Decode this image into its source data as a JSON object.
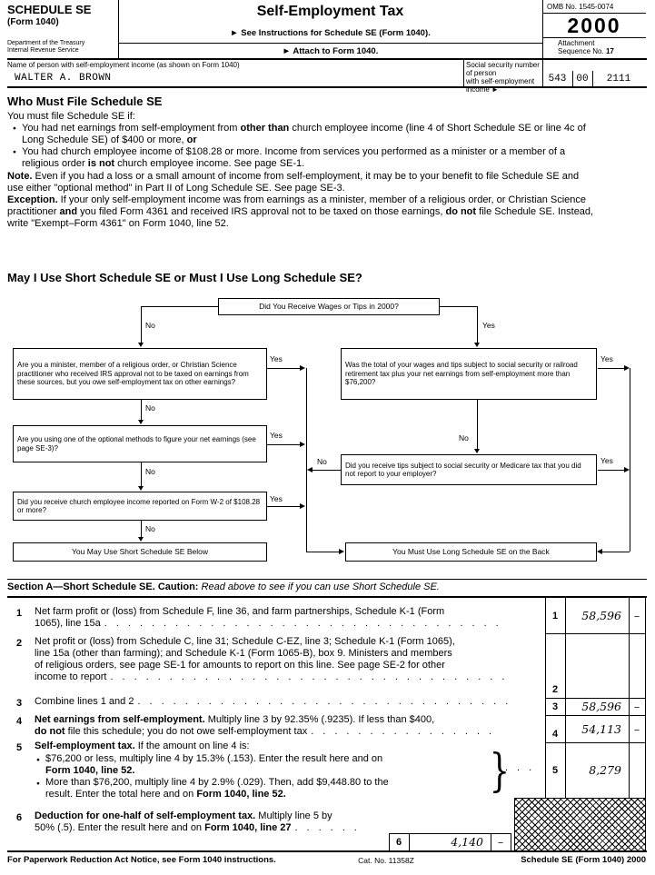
{
  "bullet_char": "●",
  "header": {
    "schedule": "SCHEDULE SE",
    "form": "(Form 1040)",
    "dept1": "Department of the Treasury",
    "dept2": "Internal Revenue Service",
    "title": "Self-Employment Tax",
    "see_instructions": "► See Instructions for Schedule SE (Form 1040).",
    "attach": "► Attach to Form 1040.",
    "omb": "OMB No. 1545-0074",
    "year": "2000",
    "attachment": "Attachment",
    "sequence": [
      {
        "t": "Sequence No. "
      },
      {
        "t": "17",
        "b": true
      }
    ]
  },
  "name_row": {
    "name_label": "Name of person with self-employment income (as shown on Form 1040)",
    "name_value": "WALTER A. BROWN",
    "ssn_label": [
      {
        "t": "Social security number of person"
      },
      {
        "br": true
      },
      {
        "t": "with self-employment income ►"
      }
    ],
    "ssn": [
      "543",
      "00",
      "2111"
    ]
  },
  "who_must_file": {
    "heading": "Who Must File Schedule SE",
    "intro": "You must file Schedule SE if:",
    "bullet1": [
      {
        "t": "You had net earnings from self-employment from "
      },
      {
        "t": "other than",
        "b": true
      },
      {
        "t": " church employee income (line 4 of Short Schedule SE or line 4c of"
      },
      {
        "br": true
      },
      {
        "t": "Long Schedule SE) of $400 or more, "
      },
      {
        "t": "or",
        "b": true
      }
    ],
    "bullet2": [
      {
        "t": "You had church employee income of $108.28 or more. Income from services you performed as a minister or a member of a"
      },
      {
        "br": true
      },
      {
        "t": "religious order "
      },
      {
        "t": "is not",
        "b": true
      },
      {
        "t": " church employee income. See page SE-1."
      }
    ],
    "note": [
      {
        "t": "Note.",
        "b": true
      },
      {
        "t": " Even if you had a loss or a small amount of income from self-employment, it may be to your benefit to file Schedule SE and"
      },
      {
        "br": true
      },
      {
        "t": "use either \"optional method\" in Part II of Long Schedule SE. See page SE-3."
      }
    ],
    "exception": [
      {
        "t": "Exception.",
        "b": true
      },
      {
        "t": " If your only self-employment income was from earnings as a minister, member of a religious order, or Christian Science"
      },
      {
        "br": true
      },
      {
        "t": "practitioner "
      },
      {
        "t": "and",
        "b": true
      },
      {
        "t": " you filed Form 4361 and received IRS approval not to be taxed on those earnings, "
      },
      {
        "t": "do not",
        "b": true
      },
      {
        "t": " file Schedule SE. Instead,"
      },
      {
        "br": true
      },
      {
        "t": "write \"Exempt–Form 4361\" on Form 1040, line 52."
      }
    ]
  },
  "flowchart": {
    "heading": "May I Use Short Schedule SE or Must I Use Long Schedule SE?",
    "top_box": "Did You Receive Wages or Tips in 2000?",
    "yes": "Yes",
    "no": "No",
    "left_q1": "Are you a minister, member of a religious order, or Christian Science practitioner who received IRS approval not to be taxed on earnings from these sources, but you owe self-employment tax on other earnings?",
    "left_q2": "Are you using one of the optional methods to figure your net earnings (see page SE-3)?",
    "left_q3": "Did you receive church employee income reported on Form W-2 of $108.28 or more?",
    "right_q1": "Was the total of your wages and tips subject to social security or railroad retirement tax plus your net earnings from self-employment more than $76,200?",
    "right_q2": "Did you receive tips subject to social security or Medicare tax that you did not report to your employer?",
    "short_box": "You May Use Short Schedule SE Below",
    "long_box": "You Must Use Long Schedule SE on the Back"
  },
  "section_a": {
    "heading": [
      {
        "t": "Section A—Short Schedule SE. Caution: ",
        "b": true
      },
      {
        "t": "Read above to see if you can use Short Schedule SE.",
        "i": true
      }
    ]
  },
  "lines": {
    "line1": {
      "no": "1",
      "text": [
        {
          "t": "Net farm profit or (loss) from Schedule F, line 36, and farm partnerships, Schedule K-1 (Form"
        },
        {
          "br": true
        },
        {
          "t": "1065), line 15a"
        },
        {
          "t": "..................................",
          "d": true
        }
      ],
      "amount": "58,596",
      "cents": "–"
    },
    "line2": {
      "no": "2",
      "text": [
        {
          "t": "Net profit or (loss) from Schedule C, line 31; Schedule C-EZ, line 3; Schedule K-1 (Form 1065),"
        },
        {
          "br": true
        },
        {
          "t": "line 15a (other than farming); and Schedule K-1 (Form 1065-B), box 9. Ministers and members"
        },
        {
          "br": true
        },
        {
          "t": "of religious orders, see page SE-1 for amounts to report on this line. See page SE-2 for other"
        },
        {
          "br": true
        },
        {
          "t": "income to report"
        },
        {
          "t": "..................................",
          "d": true
        }
      ],
      "amount": "",
      "cents": ""
    },
    "line3": {
      "no": "3",
      "text": [
        {
          "t": "Combine lines 1 and 2"
        },
        {
          "t": "................................",
          "d": true
        }
      ],
      "amount": "58,596",
      "cents": "–"
    },
    "line4": {
      "no": "4",
      "text": [
        {
          "t": "Net earnings from self-employment.",
          "b": true
        },
        {
          "t": " Multiply line 3 by 92.35% (.9235). If less than $400,"
        },
        {
          "br": true
        },
        {
          "t": "do not",
          "b": true
        },
        {
          "t": " file this schedule; you do not owe self-employment tax"
        },
        {
          "t": "................",
          "d": true
        }
      ],
      "amount": "54,113",
      "cents": "–"
    },
    "line5": {
      "no": "5",
      "heading": [
        {
          "t": "Self-employment tax.",
          "b": true
        },
        {
          "t": " If the amount on line 4 is:"
        }
      ],
      "bullet1": [
        {
          "t": "$76,200 or less, multiply line 4 by 15.3% (.153). Enter the result here and on"
        },
        {
          "br": true
        },
        {
          "t": "Form 1040, line 52.",
          "b": true
        }
      ],
      "bullet2": [
        {
          "t": "More than $76,200, multiply line 4 by 2.9% (.029). Then, add $9,448.80 to the"
        },
        {
          "br": true
        },
        {
          "t": "result. Enter the total here and on "
        },
        {
          "t": "Form 1040, line 52.",
          "b": true
        }
      ],
      "brace": "}",
      "dots": "...",
      "amount": "8,279",
      "cents": ""
    },
    "line6": {
      "no": "6",
      "text": [
        {
          "t": "Deduction for one-half of self-employment tax.",
          "b": true
        },
        {
          "t": " Multiply line 5 by"
        },
        {
          "br": true
        },
        {
          "t": "50% (.5). Enter the result here and on "
        },
        {
          "t": "Form 1040, line 27",
          "b": true
        },
        {
          "t": "......",
          "d": true
        }
      ],
      "amount": "4,140",
      "cents": "–"
    }
  },
  "footer": {
    "notice": "For Paperwork Reduction Act Notice, see Form 1040 instructions.",
    "cat": "Cat. No. 11358Z",
    "form_id": "Schedule SE (Form 1040) 2000"
  }
}
